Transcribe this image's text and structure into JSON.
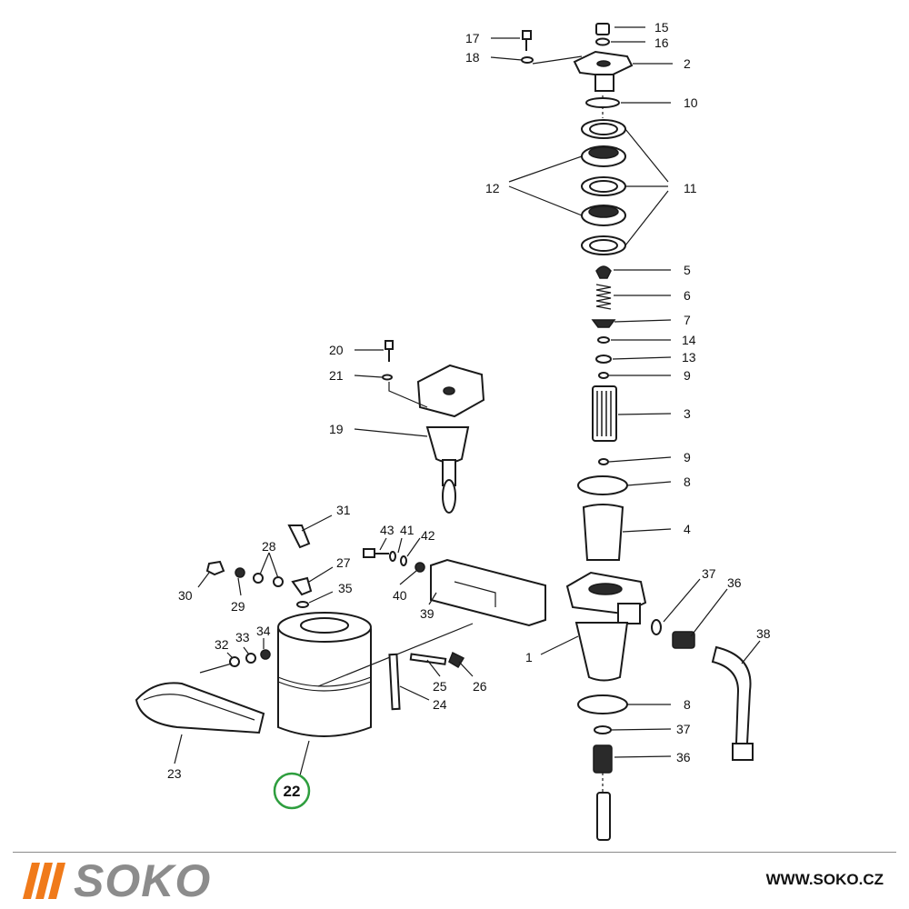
{
  "diagram": {
    "callouts": [
      "15",
      "16",
      "17",
      "18",
      "2",
      "10",
      "11",
      "12",
      "5",
      "6",
      "7",
      "14",
      "13",
      "9",
      "3",
      "9",
      "8",
      "4",
      "20",
      "21",
      "19",
      "31",
      "43",
      "41",
      "42",
      "28",
      "27",
      "30",
      "29",
      "35",
      "40",
      "39",
      "37",
      "36",
      "38",
      "1",
      "32",
      "33",
      "34",
      "25",
      "26",
      "24",
      "8",
      "37",
      "36",
      "23"
    ],
    "highlighted_part": "22"
  },
  "brand": {
    "name": "SOKO",
    "stripe_color": "#f07a1a",
    "text_color": "#8c8c8c"
  },
  "footer": {
    "website": "WWW.SOKO.CZ"
  },
  "colors": {
    "highlight_ring": "#2e9e3e"
  }
}
